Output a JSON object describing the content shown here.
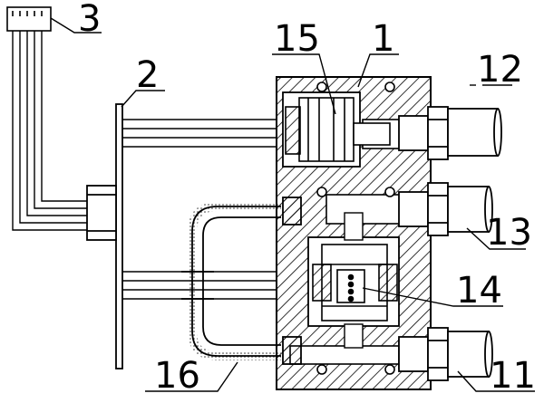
{
  "labels": {
    "n1": "1",
    "n2": "2",
    "n3": "3",
    "n11": "11",
    "n12": "12",
    "n13": "13",
    "n14": "14",
    "n15": "15",
    "n16": "16"
  },
  "colors": {
    "stroke": "#000000",
    "background": "#ffffff",
    "hatch": "#000000"
  }
}
